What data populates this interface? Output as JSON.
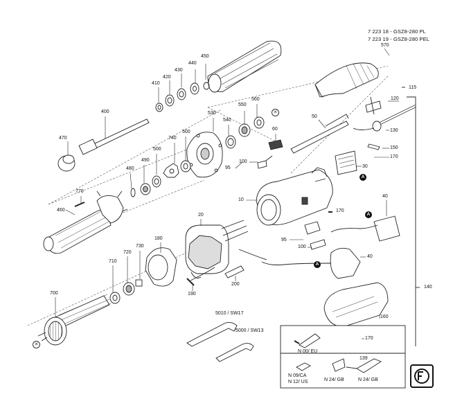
{
  "header": {
    "line1": "7 223 18 - GSZ8-280 PL",
    "line2": "7 223 19 - GSZ8-280 PEL"
  },
  "labels": {
    "p570": "570",
    "p450": "450",
    "p440": "440",
    "p430": "430",
    "p420": "420",
    "p410": "410",
    "p400": "400",
    "p470": "470",
    "p530": "530",
    "p550": "550",
    "p560": "560",
    "p540": "540",
    "p60": "60",
    "p50": "50",
    "p115": "115",
    "p120": "120",
    "p130": "130",
    "p150": "150",
    "p170a": "170",
    "p30": "30",
    "p100a": "100",
    "p95a": "95",
    "p10": "10",
    "p170b": "170",
    "p40a": "40",
    "p740": "740",
    "p500a": "500",
    "p500b": "500",
    "p490": "490",
    "p480": "480",
    "p770": "770",
    "p460": "460",
    "p20": "20",
    "p95b": "95",
    "p100b": "100",
    "p40b": "40",
    "p180": "180",
    "p730": "730",
    "p720": "720",
    "p710": "710",
    "p700": "700",
    "p190": "190",
    "p200": "200",
    "p140": "140",
    "p160": "160",
    "p170c": "170",
    "w5010": "5010 / SW17",
    "w5000": "5000 / SW13",
    "plugEU": "N 00/ EU",
    "plugCA": "N 09/CA",
    "plugUS": "N 12/ US",
    "plugGB1": "N 24/ GB",
    "p139": "139",
    "plugGB2": "N 24/ GB"
  },
  "markers": {
    "a": "A"
  }
}
